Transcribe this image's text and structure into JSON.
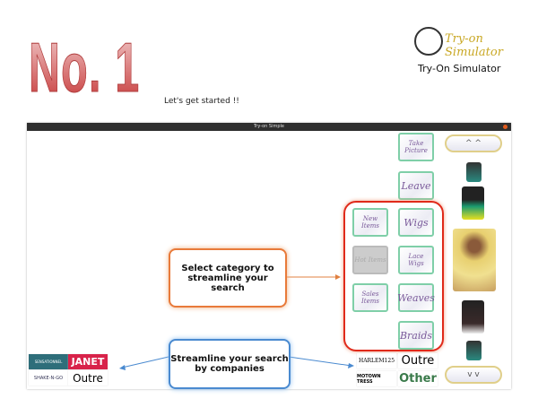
{
  "slide": {
    "number": "No. 1",
    "subtitle": "Let's get started !!",
    "logo_text": "Try-on Simulator",
    "brand_title": "Try-On Simulator"
  },
  "window": {
    "title": "Try-on Simple"
  },
  "buttons": {
    "take_picture": "Take Picture",
    "leave": "Leave",
    "new_items": "New Items",
    "wigs": "Wigs",
    "hot_items": "Hot Items",
    "lace_wigs": "Lace Wigs",
    "sales_items": "Sales Items",
    "weaves": "Weaves",
    "braids": "Braids",
    "scroll_up": "^ ^",
    "scroll_down": "v v"
  },
  "app_brands": [
    "HARLEM125",
    "Outre",
    "MOTOWN TRESS",
    "Other"
  ],
  "left_brands": [
    "SENSATIONNEL",
    "JANET",
    "SHAKE-N-GO",
    "Outre"
  ],
  "callouts": {
    "category": "Select category to streamline your search",
    "companies": "Streamline your search by companies"
  }
}
